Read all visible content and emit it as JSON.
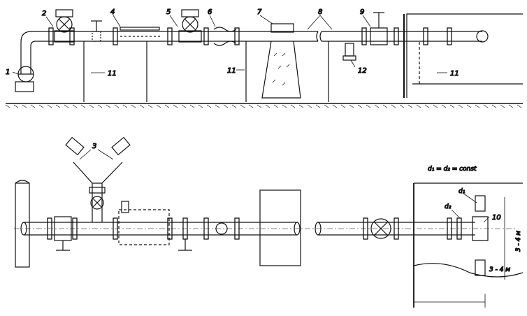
{
  "top_view": {
    "callouts": [
      "1",
      "2",
      "4",
      "5",
      "6",
      "7",
      "8",
      "9",
      "11",
      "11",
      "11",
      "12"
    ]
  },
  "bottom_view": {
    "callout_3": "3",
    "callout_10": "10",
    "formula": "d₁ = d₂ = const",
    "d1": "d₁",
    "d2": "d₂",
    "dim_vertical": "3 - 4 м",
    "dim_horizontal": "3 - 4 м"
  }
}
